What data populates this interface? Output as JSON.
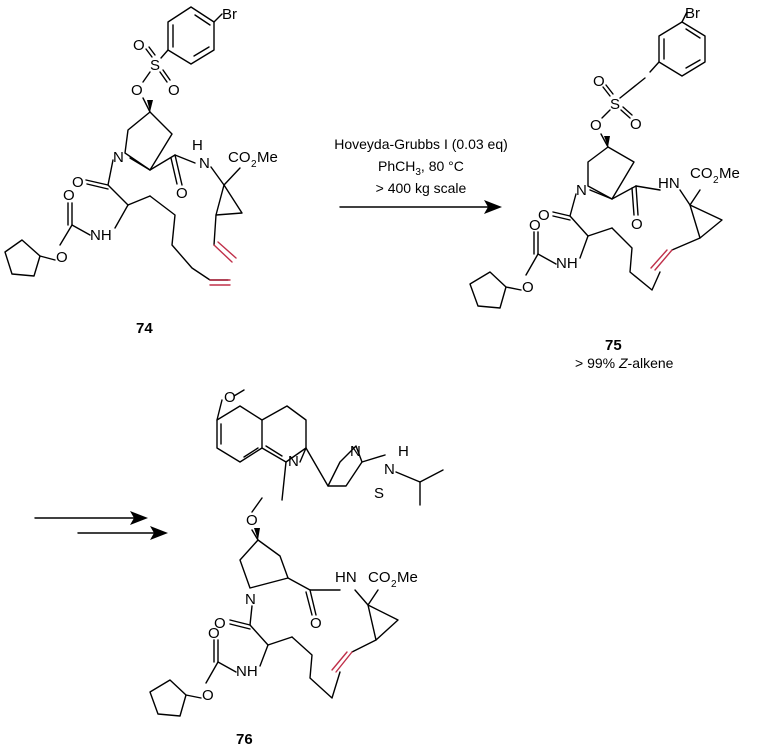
{
  "reaction": {
    "conditions": [
      "Hoveyda-Grubbs I (0.03 eq)",
      "PhCH",
      "3",
      ", 80 °C",
      "> 400 kg scale"
    ],
    "note_prefix": "> 99% ",
    "note_italic": "Z",
    "note_suffix": "-alkene"
  },
  "compounds": {
    "c74": "74",
    "c75": "75",
    "c76": "76"
  },
  "atoms": {
    "Br": "Br",
    "S": "S",
    "O": "O",
    "N": "N",
    "NH": "NH",
    "HN": "HN",
    "H": "H",
    "CO2Me_a": "CO",
    "CO2Me_b": "2",
    "CO2Me_c": "Me"
  },
  "colors": {
    "bond": "#000000",
    "highlight": "#c0304a"
  }
}
